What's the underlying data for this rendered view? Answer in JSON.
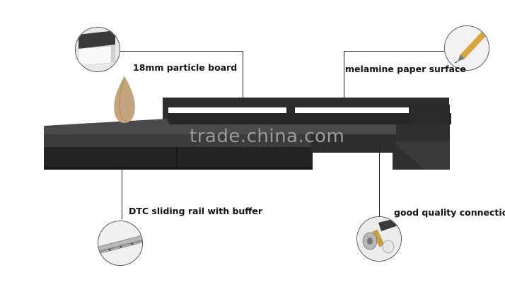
{
  "callouts": {
    "particle_board": "18mm particle board",
    "melamine": "melamine paper surface",
    "sliding_rail": "DTC sliding rail with buffer",
    "connection": "good quality connection"
  },
  "watermark": "trade.china.com",
  "colors": {
    "cabinet_dark": "#2a2a2a",
    "cabinet_top": "#4a4a4a",
    "vase": "#c4a47c",
    "leader": "#222222"
  }
}
